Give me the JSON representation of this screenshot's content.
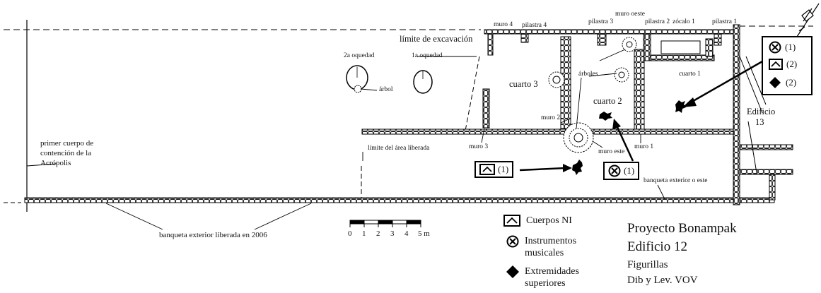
{
  "plan_labels": {
    "muro_4": "muro 4",
    "pilastra_4": "pilastra 4",
    "pilastra_3": "pilastra 3",
    "muro_oeste": "muro oeste",
    "pilastra_2": "pilastra 2",
    "zocalo_1": "zócalo 1",
    "pilastra_1": "pilastra 1",
    "limite_excavacion": "límite de excavación",
    "oquedad_2a": "2a oquedad",
    "oquedad_1a": "1a oquedad",
    "arbol": "árbol",
    "arboles": "árboles",
    "cuarto_3": "cuarto 3",
    "cuarto_2": "cuarto 2",
    "cuarto_1": "cuarto 1",
    "muro_2": "muro 2",
    "muro_3": "muro 3",
    "muro_1": "muro 1",
    "muro_este": "muro este",
    "limite_area_liberada": "límite del área liberada",
    "primer_cuerpo_1": "primer cuerpo de",
    "primer_cuerpo_2": "contención de la",
    "primer_cuerpo_3": "Acrópolis",
    "banqueta_exterior_este": "banqueta exterior o este",
    "banqueta_liberada": "banqueta exterior liberada en 2006",
    "edificio_13_line1": "Edificio",
    "edificio_13_line2": "13"
  },
  "callouts": {
    "room1_instrumentos": "(1)",
    "room1_cuerpos": "(2)",
    "room1_extremidades": "(2)",
    "bottom_cuerpos": "(1)",
    "bottom_instrumentos": "(1)"
  },
  "scale": {
    "ticks": [
      "0",
      "1",
      "2",
      "3",
      "4",
      "5 m"
    ]
  },
  "legend": {
    "cuerpos": "Cuerpos NI",
    "instrumentos_1": "Instrumentos",
    "instrumentos_2": "musicales",
    "extremidades_1": "Extremidades",
    "extremidades_2": "superiores"
  },
  "title_block": {
    "line1": "Proyecto Bonampak",
    "line2": "Edificio 12",
    "line3": "Figurillas",
    "line4": "Dib y Lev. VOV"
  },
  "icons": [
    "north-arrow-icon",
    "cuerpos-icon",
    "instrumentos-icon",
    "extremidades-icon",
    "fragment-icon"
  ]
}
